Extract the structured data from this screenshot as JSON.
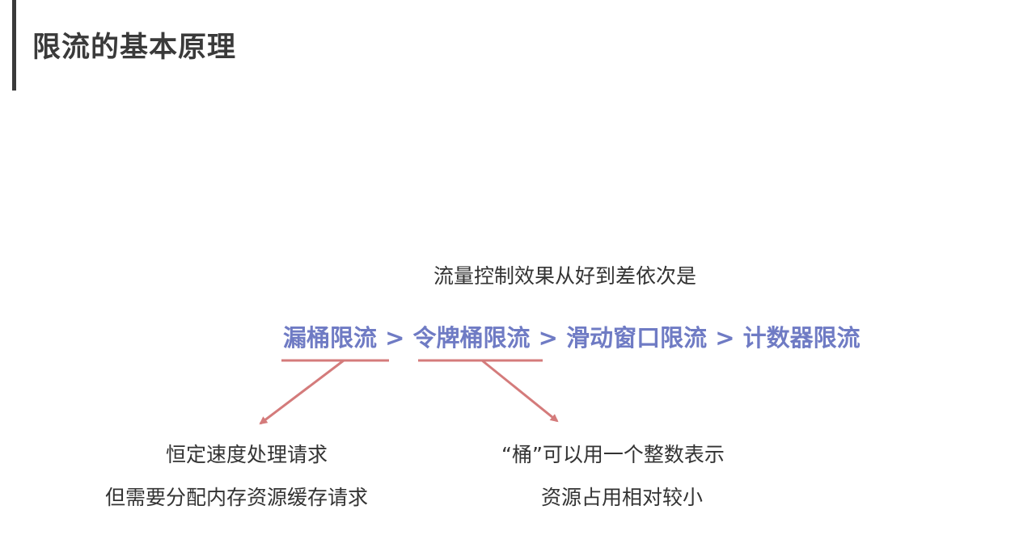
{
  "slide": {
    "title": "限流的基本原理",
    "subtitle": "流量控制效果从好到差依次是",
    "ranking": {
      "items": [
        "漏桶限流",
        "令牌桶限流",
        "滑动窗口限流",
        "计数器限流"
      ],
      "separator": ">"
    },
    "notes": {
      "leaky_bucket": {
        "line1": "恒定速度处理请求",
        "line2": "但需要分配内存资源缓存请求"
      },
      "token_bucket": {
        "line1": "“桶”可以用一个整数表示",
        "line2": "资源占用相对较小"
      }
    },
    "colors": {
      "accent_bar": "#3a3a3a",
      "ranking_text": "#6f7bc4",
      "underline_arrow": "#d47b7b"
    }
  }
}
